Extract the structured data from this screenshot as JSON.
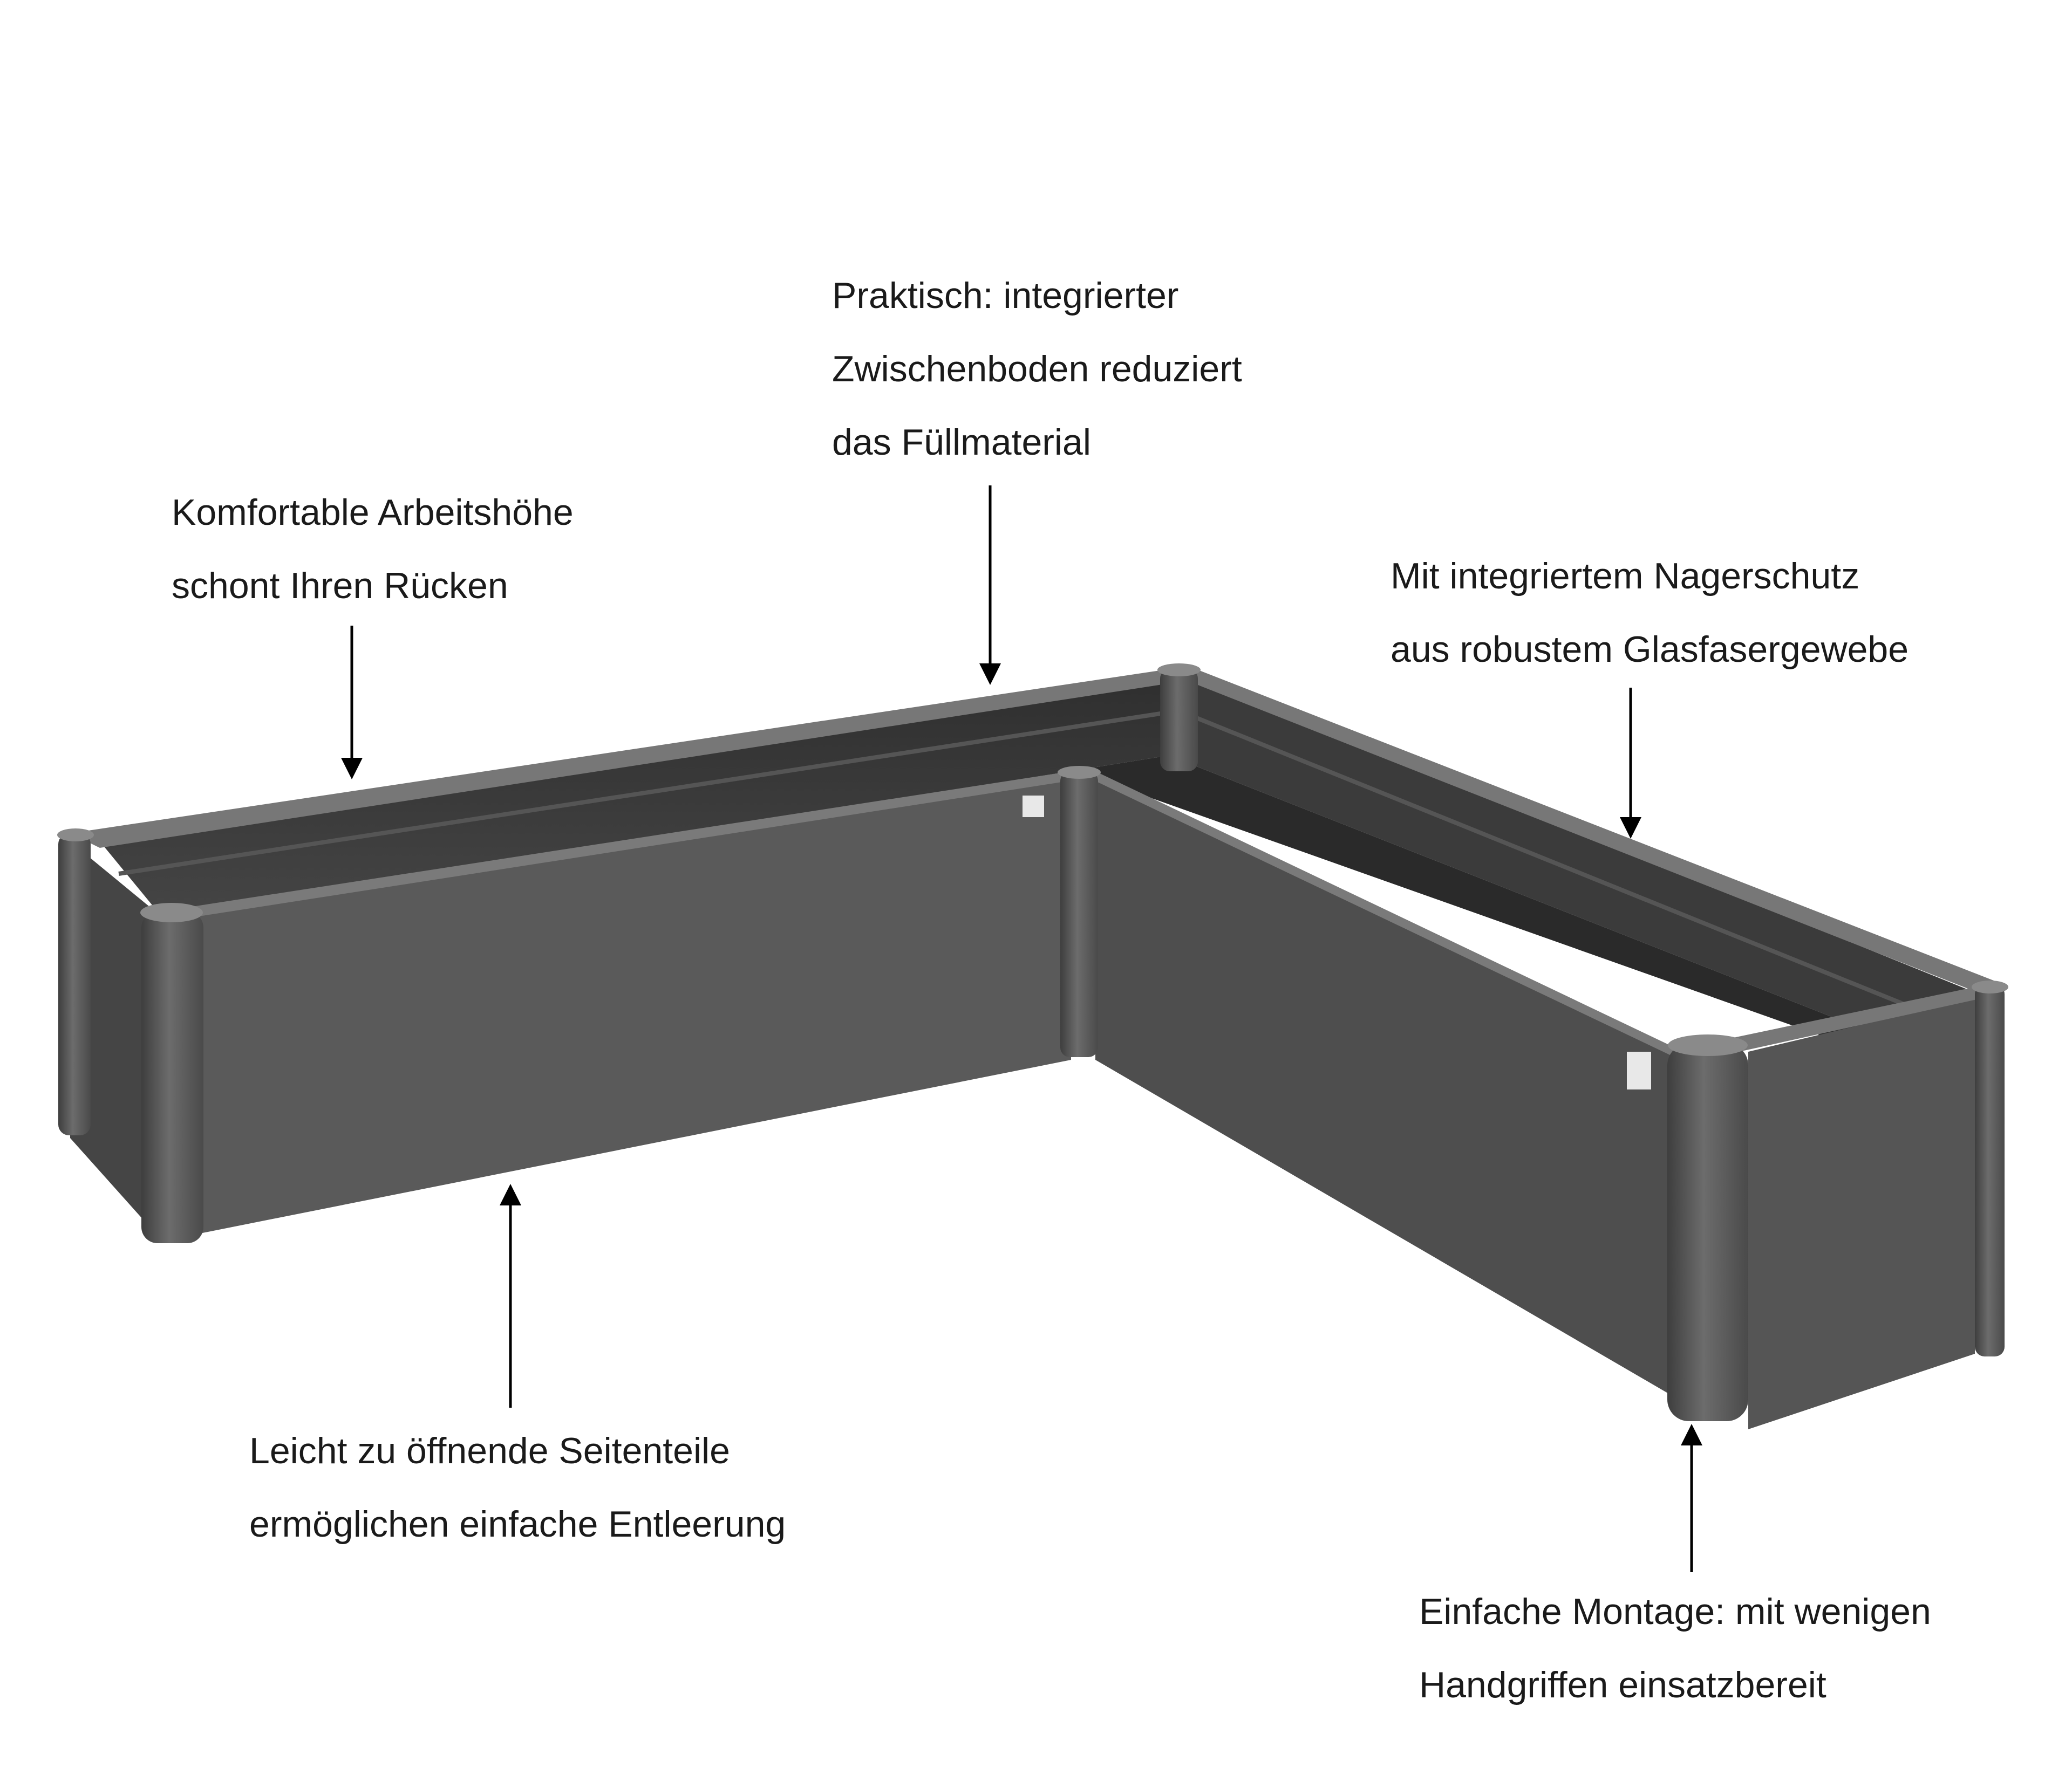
{
  "callouts": {
    "zwischenboden": {
      "line1": "Praktisch: integrierter",
      "line2": "Zwischenboden reduziert",
      "line3": "das Füllmaterial"
    },
    "arbeitshoehe": {
      "line1": "Komfortable Arbeitshöhe",
      "line2": "schont Ihren Rücken"
    },
    "nagerschutz": {
      "line1": "Mit integriertem Nagerschutz",
      "line2": "aus robustem Glasfasergewebe"
    },
    "seitenteile": {
      "line1": "Leicht zu öffnende Seitenteile",
      "line2": "ermöglichen einfache Entleerung"
    },
    "montage": {
      "line1": "Einfache Montage: mit wenigen",
      "line2": "Handgriffen einsatzbereit"
    }
  },
  "colors": {
    "panel_front": "#585858",
    "panel_shade": "#4a4a4a",
    "panel_dark": "#3a3a3a",
    "rim": "#707070",
    "text": "#1a1a1a",
    "arrow": "#000000"
  }
}
